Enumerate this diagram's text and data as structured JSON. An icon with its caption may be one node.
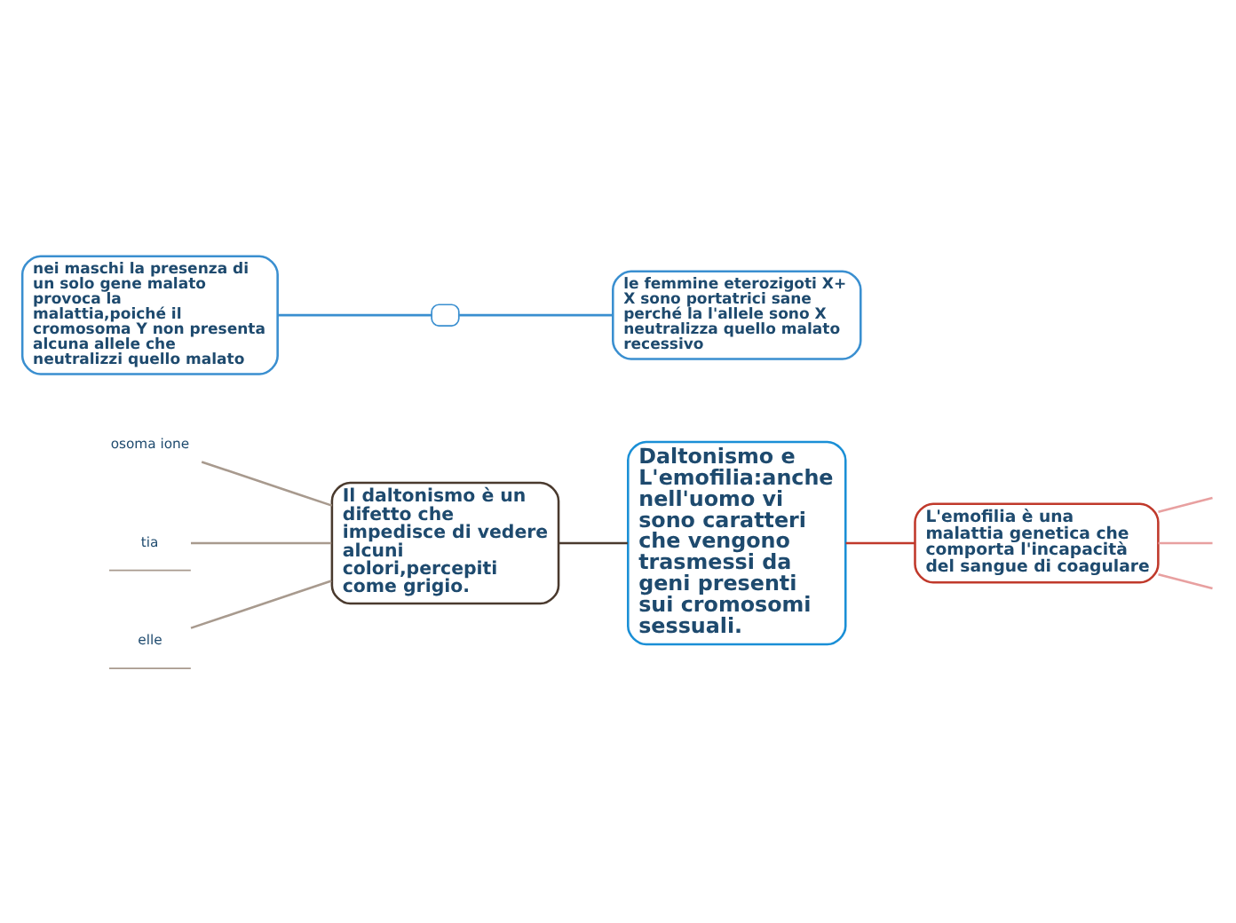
{
  "diagram": {
    "nodes": [
      {
        "text": [
          "Daltonismo e L'emofilia:anche nell'uomo vi sono caratteri che vengono trasmessi da geni presenti sui cromosomi sessuali."
        ]
      },
      {
        "text": [
          "Il daltonismo è un difetto che impedisce di vedere alcuni colori,percepiti come grigio."
        ]
      },
      {
        "text": [
          "osoma ione"
        ]
      },
      {
        "text": [
          "tia"
        ]
      },
      {
        "text": [
          "elle"
        ]
      },
      {
        "text": [
          "L'emofilia è una malattia genetica che comporta l'incapacità del sangue di coagulare"
        ]
      },
      {
        "text": [
          "nei maschi la presenza di un solo gene malato provoca la malattia,poiché il cromosoma Y non presenta alcuna allele che neutralizzi quello malato"
        ]
      },
      {
        "text": [],
        "shape": "box"
      },
      {
        "text": [
          "le femmine eterozigoti X+ X sono portatrici sane perché la l'allele sono X neutralizza quello malato recessivo"
        ]
      }
    ],
    "edges": [
      {
        "from": 0,
        "to": 1,
        "arrow": "none",
        "color": "#4a3a2e"
      },
      {
        "from": 1,
        "to": 2,
        "arrow": "none",
        "color": "#a89a8e"
      },
      {
        "from": 1,
        "to": 3,
        "arrow": "none",
        "color": "#a89a8e"
      },
      {
        "from": 1,
        "to": 4,
        "arrow": "none",
        "color": "#a89a8e"
      },
      {
        "from": 0,
        "to": 5,
        "arrow": "none",
        "color": "#c0392b"
      },
      {
        "from": 5,
        "to": null,
        "arrow": "none",
        "color": "#e8a0a0"
      },
      {
        "from": 5,
        "to": null,
        "arrow": "none",
        "color": "#e8a0a0"
      },
      {
        "from": 5,
        "to": null,
        "arrow": "none",
        "color": "#e8a0a0"
      },
      {
        "from": 6,
        "to": 7,
        "arrow": "none",
        "color": "#3a8fd0"
      },
      {
        "from": 7,
        "to": 8,
        "arrow": "none",
        "color": "#3a8fd0"
      }
    ]
  }
}
